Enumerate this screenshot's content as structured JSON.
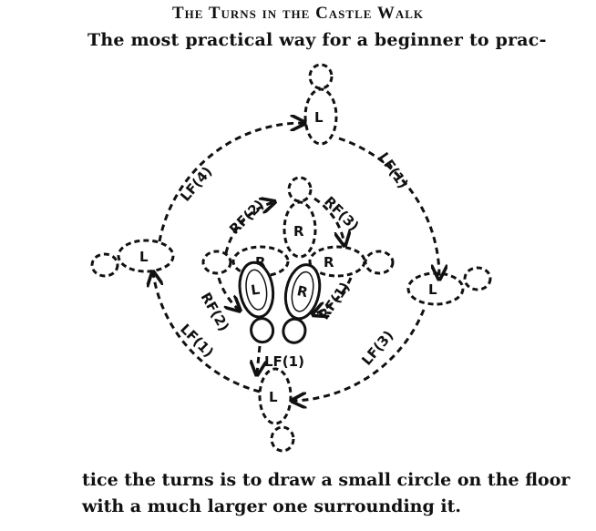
{
  "title": "The Turns in the Castle Walk",
  "text": {
    "line1": "The most practical way for a beginner to prac-",
    "line2": "tice the turns is to draw a small circle on the floor",
    "line3": "with a much larger one surrounding it."
  },
  "diagram": {
    "foot_letters": {
      "top": "L",
      "right": "L",
      "bottom": "L",
      "left": "L",
      "inner_top": "R",
      "inner_left": "R",
      "inner_right": "R",
      "solid_left": "L",
      "solid_right": "R"
    },
    "arrow_labels": {
      "outer_top_left": "LF(4)",
      "outer_top_right": "LF(1)",
      "outer_bottom_right": "LF(3)",
      "outer_bottom_left": "LF(1)",
      "center": "LF(1)",
      "inner_top_left": "RF(2)",
      "inner_top_right": "RF(3)",
      "inner_left": "RF(2)",
      "inner_right": "RF(1)"
    }
  }
}
